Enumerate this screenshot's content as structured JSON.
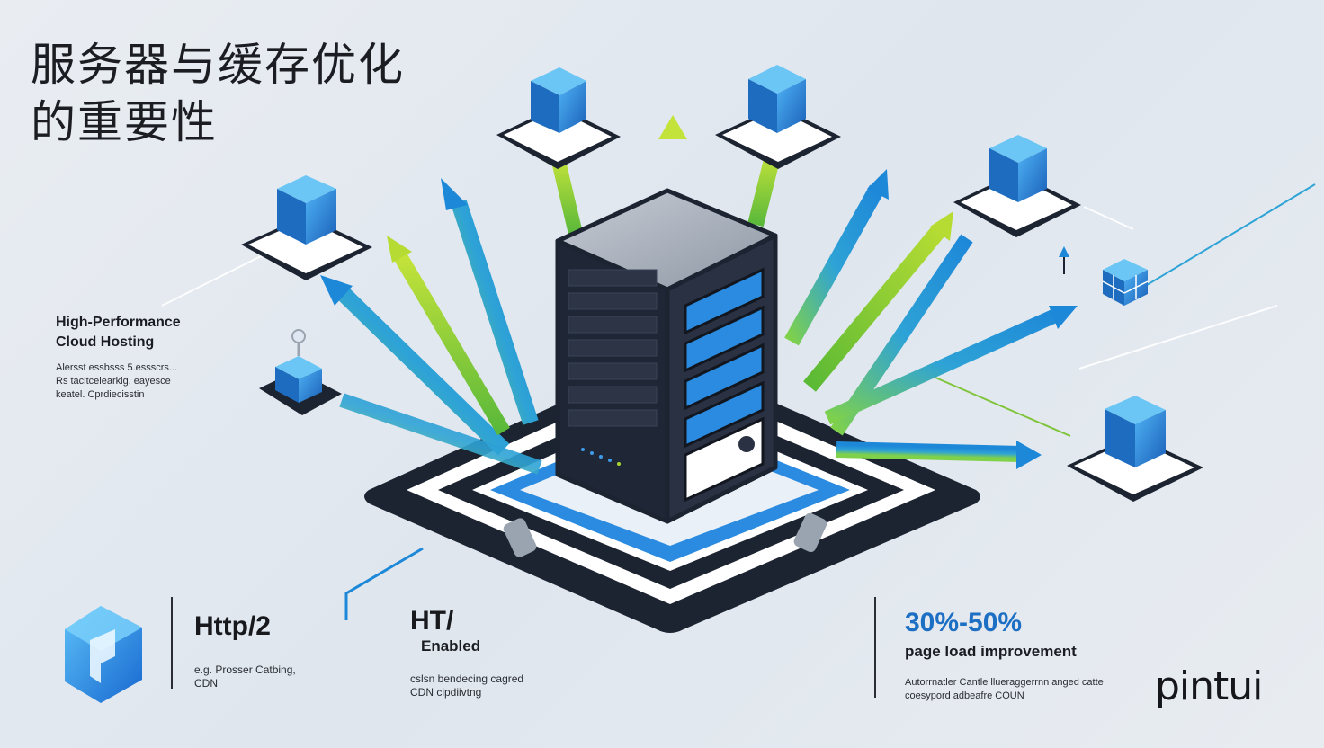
{
  "title": "服务器与缓存优化\n的重要性",
  "hosting": {
    "title": "High-Performance\nCloud Hosting",
    "description": "Alersst essbsss 5.essscrs...\nRs tacltcelearkig. eayesce\nkeatel. Cprdiecisstin"
  },
  "stats": {
    "http2": {
      "headline": "Http/2",
      "note": "e.g. Prosser Catbing,\nCDN"
    },
    "ht": {
      "headline": "HT/",
      "sub": "Enabled",
      "note": "cslsn bendecing cagred\nCDN cipdiivtng"
    },
    "improvement": {
      "headline": "30%-50%",
      "sub": "page load improvement",
      "note": "Autorrnatler Cantle llueraggerrnn anged catte\ncoesypord adbeafre COUN"
    }
  },
  "brand": "pintui",
  "colors": {
    "accent_blue": "#1e88d8",
    "stat_blue": "#1d6fc4",
    "lime": "#a8d630",
    "dark_navy": "#1c2331",
    "cube_blue": "#2a8be0"
  },
  "icons": {
    "central": "server-rack-icon",
    "nodes": "server-cube-icon",
    "logo": "hexagon-logo-icon"
  }
}
